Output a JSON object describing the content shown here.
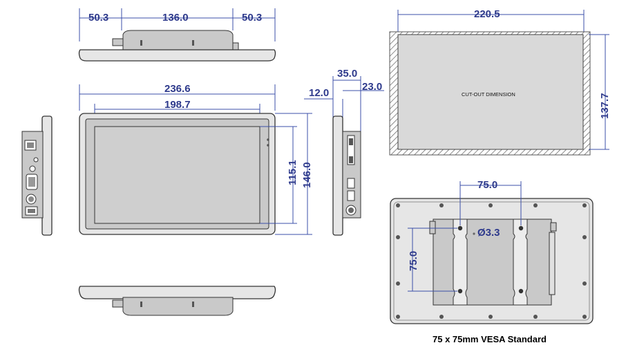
{
  "dimensions": {
    "top_left": "50.3",
    "top_mid": "136.0",
    "top_right": "50.3",
    "front_width": "236.6",
    "screen_width": "198.7",
    "screen_height": "115.1",
    "front_height": "146.0",
    "side_depth": "35.0",
    "side_bezel": "12.0",
    "side_body": "23.0",
    "cutout_width": "220.5",
    "cutout_height": "137.7",
    "vesa_h": "75.0",
    "vesa_v": "75.0",
    "hole_dia": "Ø3.3"
  },
  "labels": {
    "cutout": "CUT-OUT DIMENSION",
    "vesa_caption": "75 x 75mm VESA Standard"
  },
  "colors": {
    "dimension": "#2e3a8c",
    "outline": "#333333",
    "panel_fill": "#e6e6e6",
    "cutout_fill": "#d9d9d9"
  }
}
